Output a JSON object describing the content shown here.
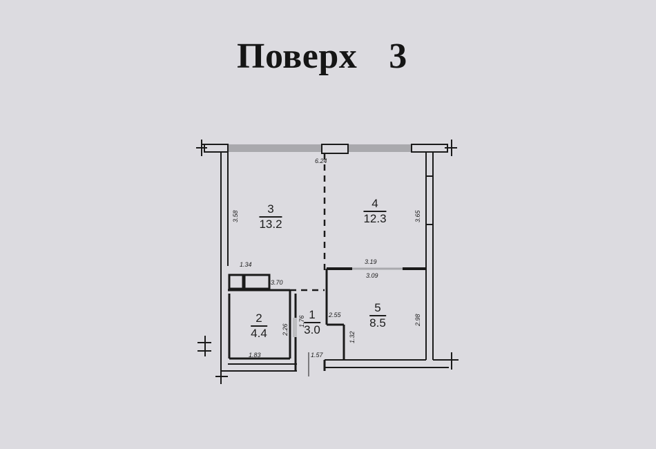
{
  "title": {
    "label": "Поверх",
    "floor": "3"
  },
  "colors": {
    "background": "#dcdbe0",
    "wall": "#1a1a1a",
    "window": "#a9a9ad"
  },
  "rooms": [
    {
      "id": "1",
      "area": "3.0"
    },
    {
      "id": "2",
      "area": "4.4"
    },
    {
      "id": "3",
      "area": "13.2"
    },
    {
      "id": "4",
      "area": "12.3"
    },
    {
      "id": "5",
      "area": "8.5"
    }
  ],
  "dimensions": {
    "top_width": "6.24",
    "room3_height": "3.58",
    "room4_height": "3.65",
    "storage_width": "1.34",
    "corridor_width": "3.70",
    "partition_top": "3.19",
    "partition_bottom": "3.09",
    "room2_height": "2.26",
    "room1_height": "1.76",
    "room1_step": "2.55",
    "room5_height": "2.98",
    "room5_step": "1.32",
    "room2_width": "1.83",
    "room1_width": "1.57"
  }
}
